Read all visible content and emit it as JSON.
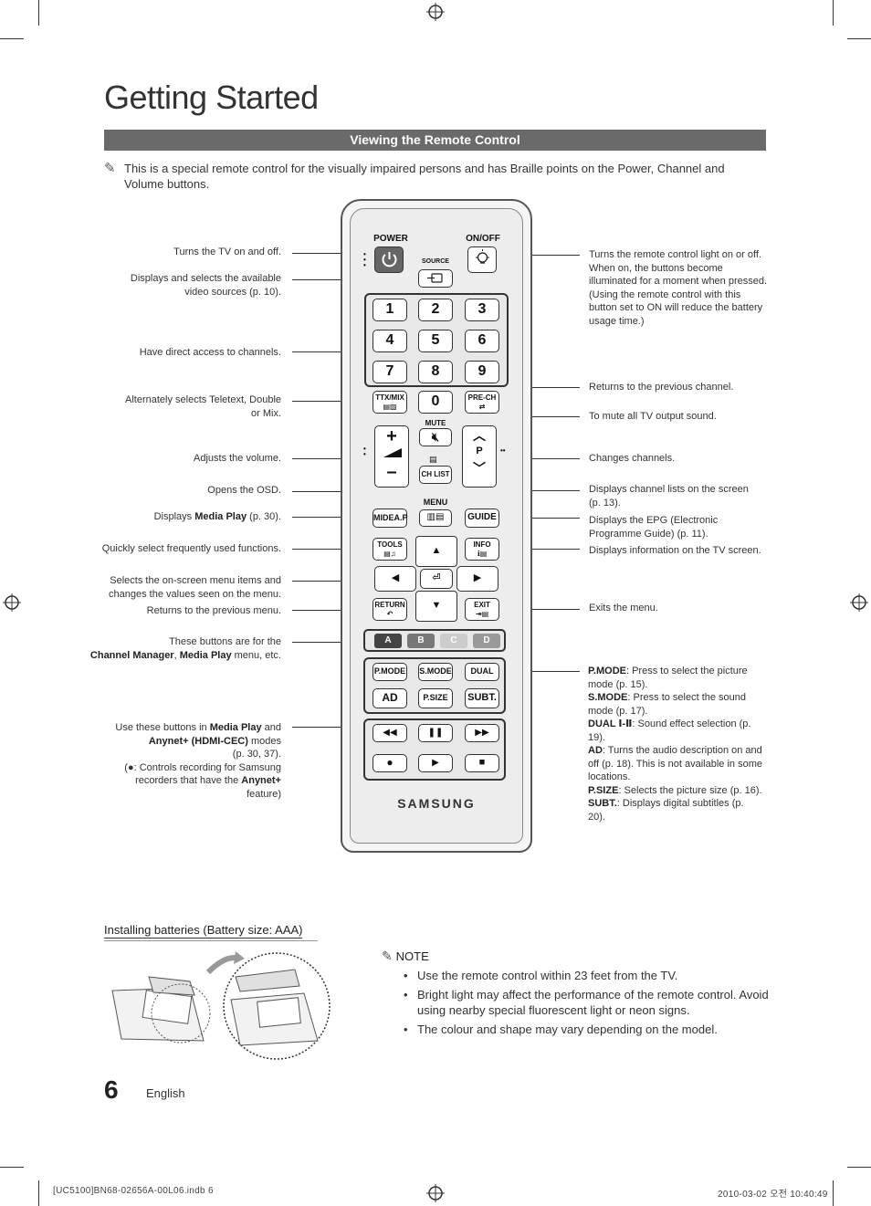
{
  "page": {
    "title": "Getting Started",
    "section_title": "Viewing the Remote Control",
    "intro": "This is a special remote control for the visually impaired persons and has Braille points on the Power, Channel and Volume buttons.",
    "page_number": "6",
    "language": "English",
    "footer_left": "[UC5100]BN68-02656A-00L06.indb   6",
    "footer_right": "2010-03-02   오전 10:40:49"
  },
  "left_labels": {
    "power": "Turns the TV on and off.",
    "source": "Displays and selects the available video sources (p. 10).",
    "channels": "Have direct access to channels.",
    "ttx": "Alternately selects Teletext, Double or Mix.",
    "volume": "Adjusts the volume.",
    "osd": "Opens the OSD.",
    "mediap_pre": "Displays ",
    "mediap_bold": "Media Play",
    "mediap_post": " (p. 30).",
    "tools": "Quickly select frequently used functions.",
    "navigate": "Selects the on-screen menu items and changes the values seen on the menu.",
    "return": "Returns to the previous menu.",
    "color_line1": "These buttons are for the",
    "color_b1": "Channel Manager",
    "color_sep": ", ",
    "color_b2": "Media Play",
    "color_post": " menu, etc.",
    "anynet_pre": "Use these buttons in ",
    "anynet_b1": "Media Play",
    "anynet_mid": " and",
    "anynet_b2": "Anynet+ (HDMI-CEC)",
    "anynet_modes": "  modes",
    "anynet_pages": "(p. 30, 37).",
    "anynet_rec": "(●: Controls recording for Samsung",
    "anynet_rec2_pre": "recorders that have the ",
    "anynet_rec2_bold": "Anynet+",
    "anynet_rec2_post": " feature)"
  },
  "right_labels": {
    "onoff": "Turns the remote control light on or off. When on, the buttons become illuminated for a moment when pressed. (Using the remote control with this button set to ON will reduce the battery usage time.)",
    "prech": "Returns to the previous channel.",
    "mute": "To mute all TV output sound.",
    "changes": "Changes channels.",
    "chlist": "Displays channel lists on the screen (p. 13).",
    "guide": "Displays the EPG (Electronic Programme Guide) (p. 11).",
    "info": "Displays information on the TV screen.",
    "exit": "Exits the menu.",
    "pmode_b": "P.MODE",
    "pmode": ": Press to select the picture mode (p. 15).",
    "smode_b": "S.MODE",
    "smode": ": Press to select the sound mode (p. 17).",
    "dual_b": "DUAL Ⅰ-Ⅱ",
    "dual": ": Sound effect selection (p. 19).",
    "ad_b": "AD",
    "ad": ": Turns the audio description on and off (p. 18). This is not available in some locations.",
    "psize_b": "P.SIZE",
    "psize": ": Selects the picture size (p. 16).",
    "subt_b": "SUBT.",
    "subt": ": Displays digital subtitles (p. 20)."
  },
  "remote": {
    "power": "POWER",
    "onoff": "ON/OFF",
    "source": "SOURCE",
    "digits": [
      "1",
      "2",
      "3",
      "4",
      "5",
      "6",
      "7",
      "8",
      "9"
    ],
    "zero": "0",
    "ttx": "TTX/MIX",
    "prech": "PRE-CH",
    "mute": "MUTE",
    "p": "P",
    "chlist": "CH LIST",
    "menu": "MENU",
    "mediap": "MIDEA.P",
    "guide": "GUIDE",
    "tools": "TOOLS",
    "info": "INFO",
    "return": "RETURN",
    "exit": "EXIT",
    "color_a": "A",
    "color_b": "B",
    "color_c": "C",
    "color_d": "D",
    "pmode": "P.MODE",
    "smode": "S.MODE",
    "dual": "DUAL",
    "ad": "AD",
    "psize": "P.SIZE",
    "subt": "SUBT.",
    "brand": "SAMSUNG"
  },
  "batteries": {
    "title": "Installing batteries (Battery size: AAA)",
    "note_head": "NOTE",
    "notes": [
      "Use the remote control within 23 feet from the TV.",
      "Bright light may affect the performance of the remote control. Avoid using nearby special fluorescent light or neon signs.",
      "The colour and shape may vary depending on the model."
    ]
  }
}
